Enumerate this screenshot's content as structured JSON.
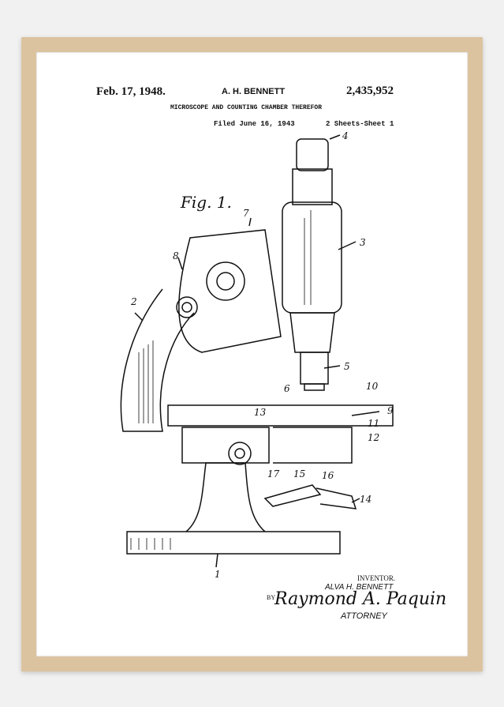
{
  "patent": {
    "date": "Feb. 17, 1948.",
    "inventor_header": "A. H. BENNETT",
    "number": "2,435,952",
    "title": "MICROSCOPE AND COUNTING CHAMBER THEREFOR",
    "filed": "Filed June 16, 1943",
    "sheets": "2 Sheets-Sheet 1",
    "figure": "Fig. 1.",
    "labels": [
      "1",
      "2",
      "3",
      "4",
      "5",
      "6",
      "7",
      "8",
      "9",
      "10",
      "11",
      "12",
      "13",
      "14",
      "15",
      "16",
      "17"
    ],
    "inventor_label": "INVENTOR.",
    "inventor_name": "ALVA H. BENNETT",
    "by": "BY",
    "signature": "Raymond A. Paquin",
    "attorney": "ATTORNEY"
  },
  "colors": {
    "frame": "#dcc3a0",
    "paper": "#ffffff",
    "wall": "#f1f1f1",
    "ink": "#111111"
  }
}
